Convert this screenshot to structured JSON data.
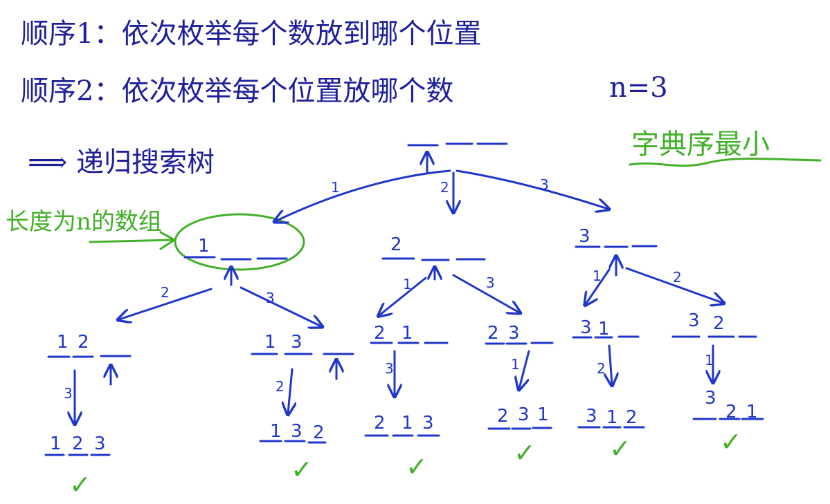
{
  "notes": {
    "line1": "顺序1：依次枚举每个数放到哪个位置",
    "line2": "顺序2：依次枚举每个位置放哪个数",
    "n_value": "n=3",
    "recursion_tree": "⟹ 递归搜索树",
    "lexi_order": "字典序最小",
    "array_note": "长度为n的数组"
  },
  "tree": {
    "root": [
      "",
      "",
      ""
    ],
    "level1": [
      {
        "edge_label": "1",
        "slots": [
          "1",
          "",
          ""
        ]
      },
      {
        "edge_label": "2",
        "slots": [
          "2",
          "",
          ""
        ]
      },
      {
        "edge_label": "3",
        "slots": [
          "3",
          "",
          ""
        ]
      }
    ],
    "level2": [
      {
        "edge_label": "2",
        "slots": [
          "1",
          "2",
          ""
        ]
      },
      {
        "edge_label": "3",
        "slots": [
          "1",
          "3",
          ""
        ]
      },
      {
        "edge_label": "1",
        "slots": [
          "2",
          "1",
          ""
        ]
      },
      {
        "edge_label": "3",
        "slots": [
          "2",
          "3",
          ""
        ]
      },
      {
        "edge_label": "1",
        "slots": [
          "3",
          "1",
          ""
        ]
      },
      {
        "edge_label": "2",
        "slots": [
          "3",
          "2",
          ""
        ]
      }
    ],
    "level3": [
      {
        "edge_label": "3",
        "slots": [
          "1",
          "2",
          "3"
        ],
        "check": "✓"
      },
      {
        "edge_label": "2",
        "slots": [
          "1",
          "3",
          "2"
        ],
        "check": "✓"
      },
      {
        "edge_label": "3",
        "slots": [
          "2",
          "1",
          "3"
        ],
        "check": "✓"
      },
      {
        "edge_label": "1",
        "slots": [
          "2",
          "3",
          "1"
        ],
        "check": "✓"
      },
      {
        "edge_label": "2",
        "slots": [
          "3",
          "1",
          "2"
        ],
        "check": "✓"
      },
      {
        "edge_label": "1",
        "slots": [
          "3",
          "2",
          "1"
        ],
        "check": "✓"
      }
    ]
  }
}
